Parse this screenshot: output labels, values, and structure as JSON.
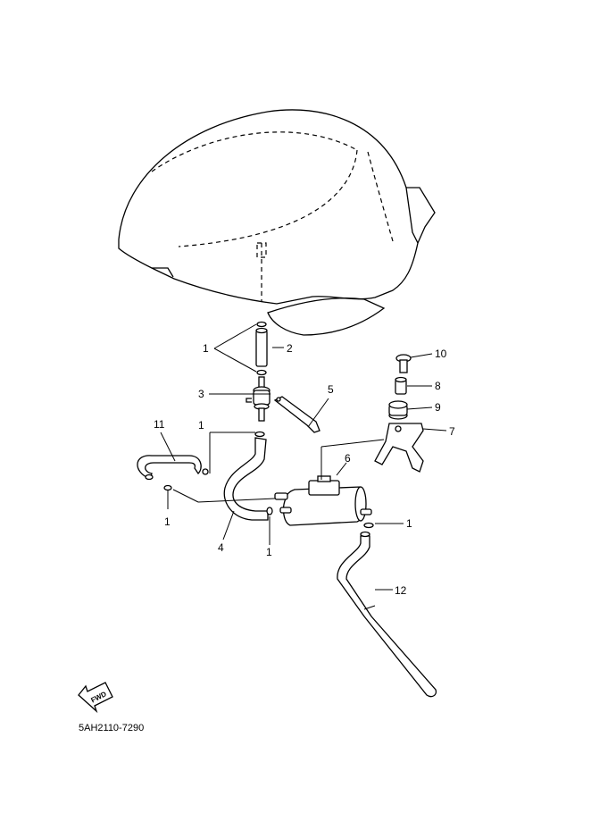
{
  "diagram": {
    "drawing_code": "5AH2110-7290",
    "fwd_label": "FWD",
    "callouts": {
      "c1_top": "1",
      "c2": "2",
      "c3": "3",
      "c5": "5",
      "c10": "10",
      "c8": "8",
      "c9": "9",
      "c7": "7",
      "c11": "11",
      "c1_mid": "1",
      "c6": "6",
      "c1_left": "1",
      "c4": "4",
      "c1_bottom": "1",
      "c1_right": "1",
      "c12": "12"
    }
  },
  "colors": {
    "ink": "#000000",
    "paper": "#ffffff"
  }
}
